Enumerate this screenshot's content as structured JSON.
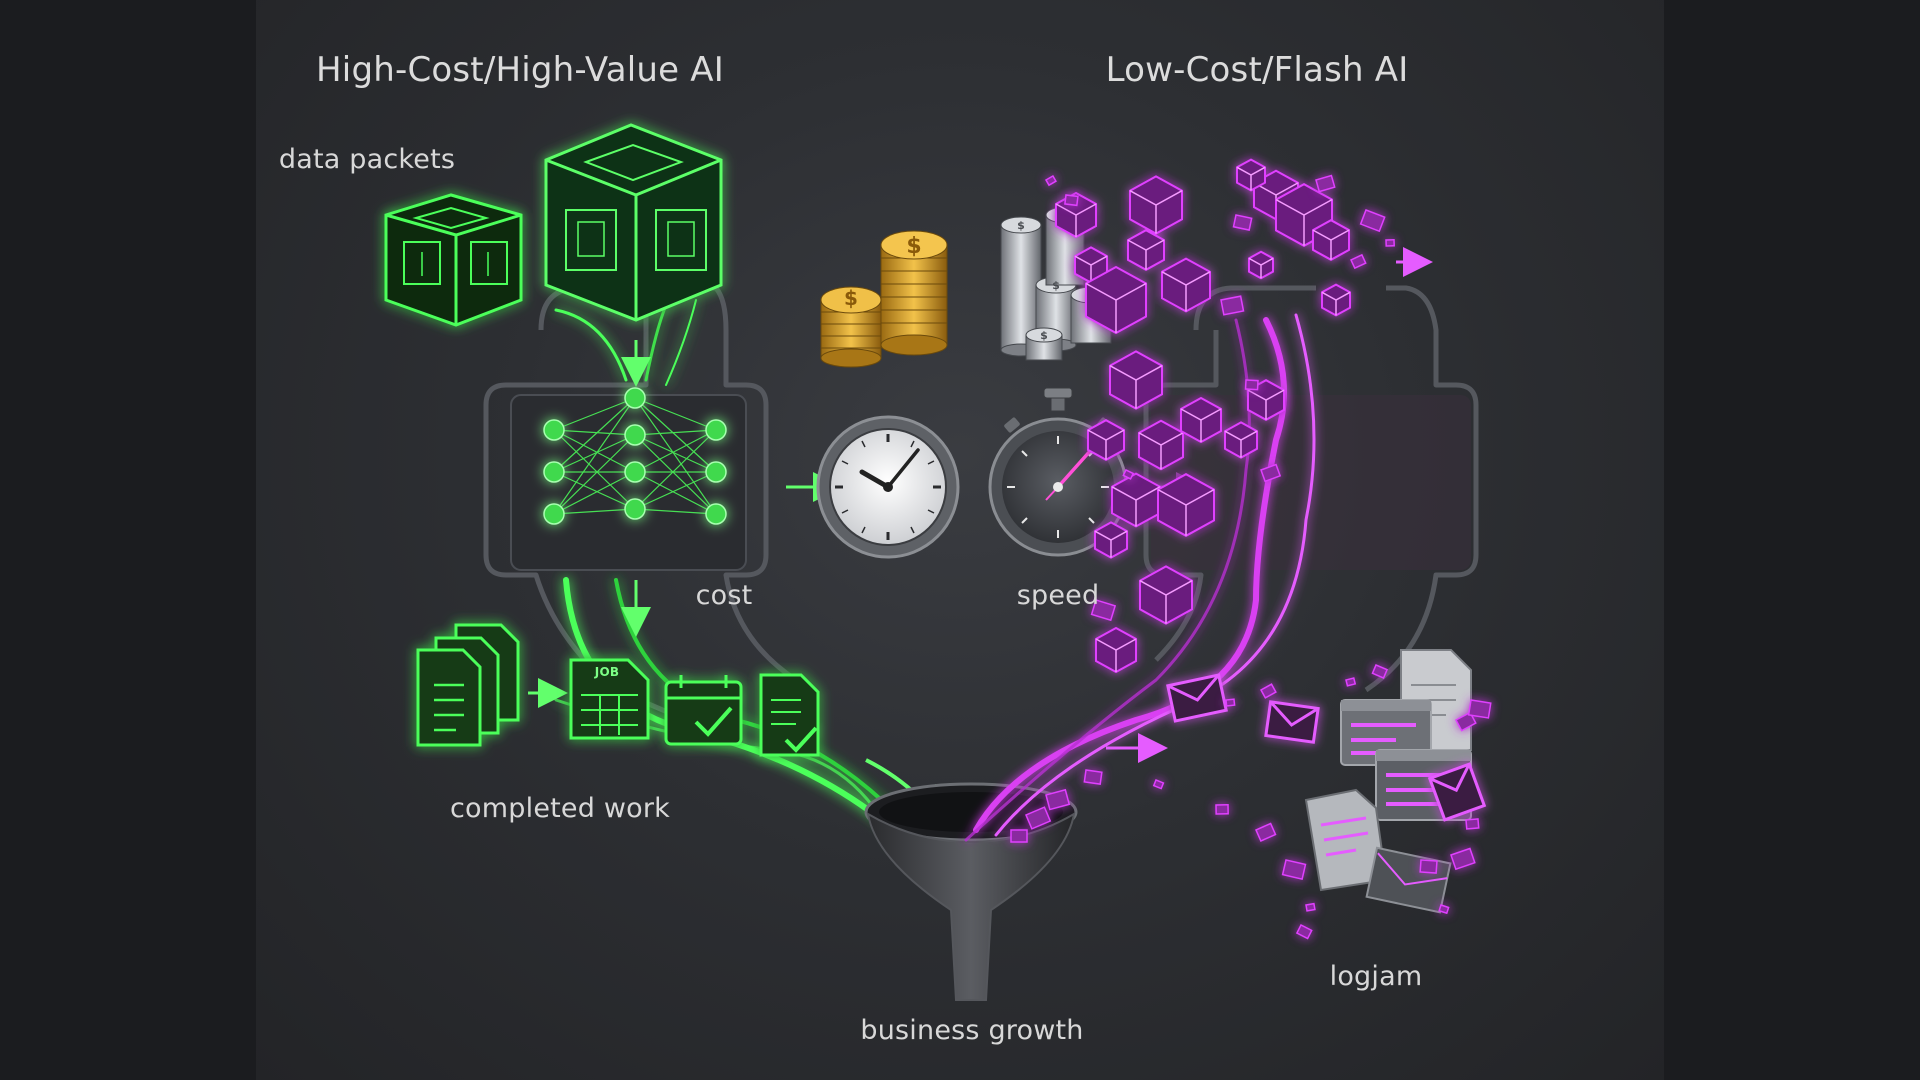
{
  "left_panel": {
    "title": "High-Cost/High-Value AI",
    "input_label": "data packets",
    "output_label": "completed work",
    "document_icon_text": "JOB",
    "accent_color": "#4cff5a"
  },
  "right_panel": {
    "title": "Low-Cost/Flash AI",
    "output_label": "logjam",
    "accent_color": "#e040ff"
  },
  "center": {
    "left_metric_label": "cost",
    "right_metric_label": "speed",
    "funnel_label": "business growth",
    "left_coin_color": "#e0a52a",
    "right_coin_color": "#b9bcc2",
    "coin_symbol": "$"
  },
  "icons": [
    "green-data-cube-icon",
    "neural-network-icon",
    "gold-coin-stack-icon",
    "clock-icon",
    "silver-coin-stack-icon",
    "stopwatch-icon",
    "magenta-cube-icon",
    "document-stack-icon",
    "calendar-icon",
    "checklist-icon",
    "funnel-icon",
    "envelope-icon",
    "browser-window-icon"
  ]
}
